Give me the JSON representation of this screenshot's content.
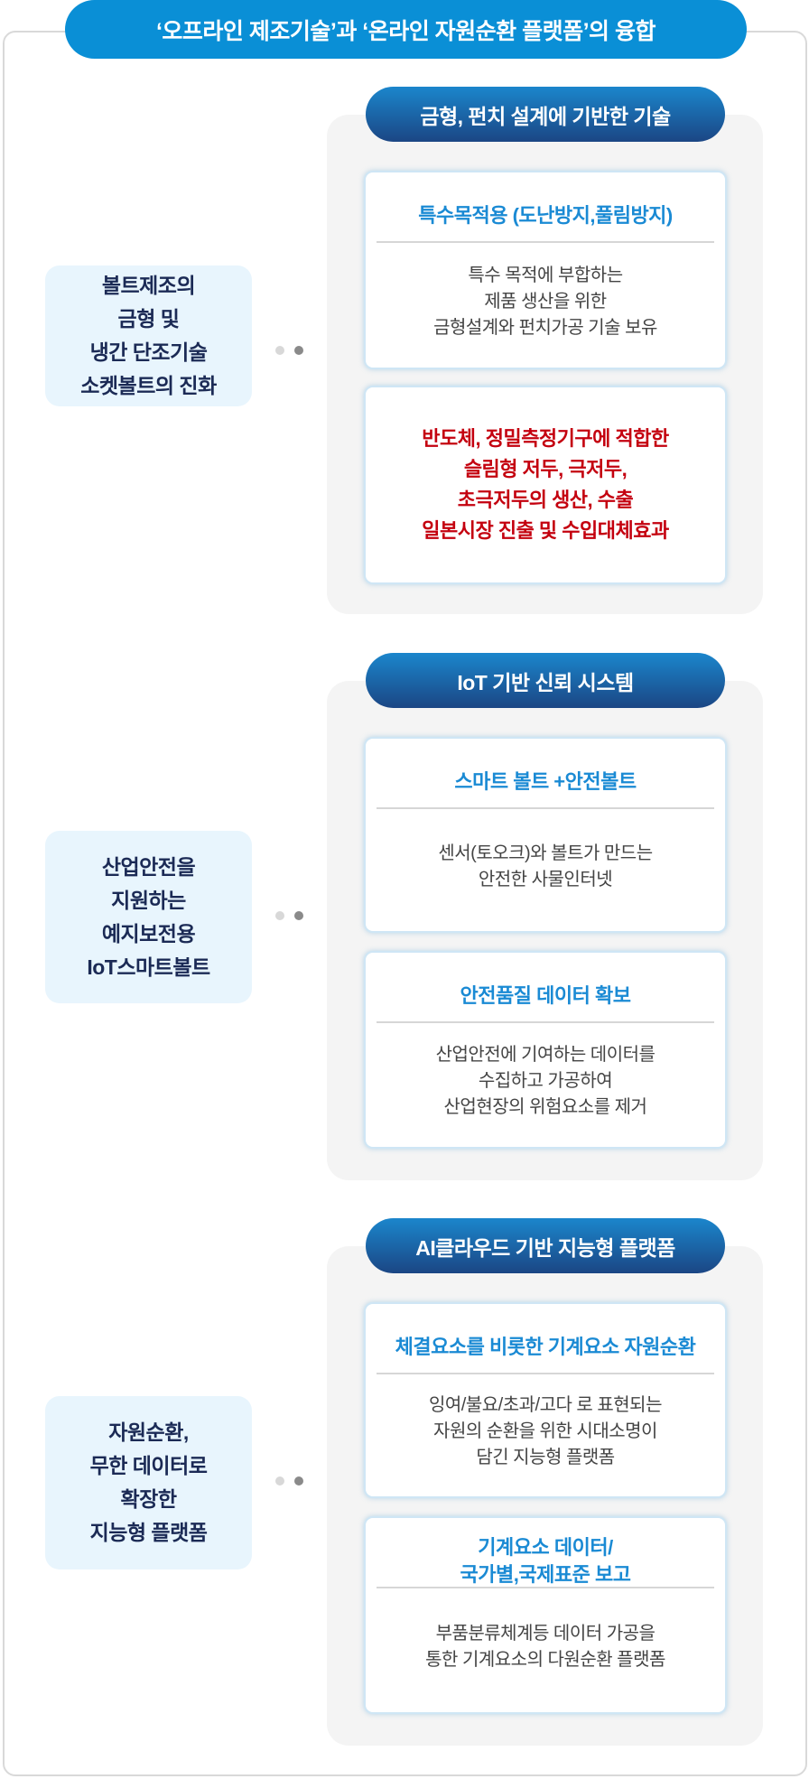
{
  "title": "‘오프라인 제조기술’과 ‘온라인 자원순환 플랫폼’의 융합",
  "sections": [
    {
      "left_label": "볼트제조의\n금형 및\n냉간 단조기술\n소켓볼트의 진화",
      "header": "금형, 펀치 설계에 기반한 기술",
      "card1": {
        "title": "특수목적용 (도난방지,풀림방지)",
        "body": "특수 목적에 부합하는\n제품 생산을 위한\n금형설계와 펀치가공 기술  보유"
      },
      "card2": {
        "highlight": "반도체, 정밀측정기구에 적합한\n슬림형 저두, 극저두,\n초극저두의 생산, 수출\n일본시장 진출 및 수입대체효과"
      }
    },
    {
      "left_label": "산업안전을\n지원하는\n예지보전용\nIoT스마트볼트",
      "header": "IoT 기반 신뢰 시스템",
      "card1": {
        "title": "스마트 볼트 +안전볼트",
        "body": "센서(토오크)와 볼트가 만드는\n안전한 사물인터넷"
      },
      "card2": {
        "title": "안전품질 데이터 확보",
        "body": "산업안전에 기여하는 데이터를\n수집하고 가공하여\n산업현장의 위험요소를 제거"
      }
    },
    {
      "left_label": "자원순환,\n무한 데이터로\n확장한\n지능형 플랫폼",
      "header": "AI클라우드 기반 지능형 플랫폼",
      "card1": {
        "title": "체결요소를 비롯한 기계요소 자원순환",
        "body": "잉여/불요/초과/고다 로 표현되는\n자원의 순환을 위한 시대소명이\n담긴 지능형 플랫폼"
      },
      "card2": {
        "title": "기계요소 데이터/\n국가별,국제표준 보고",
        "body": "부품분류체계등 데이터 가공을\n통한 기계요소의 다원순환 플랫폼"
      }
    }
  ]
}
